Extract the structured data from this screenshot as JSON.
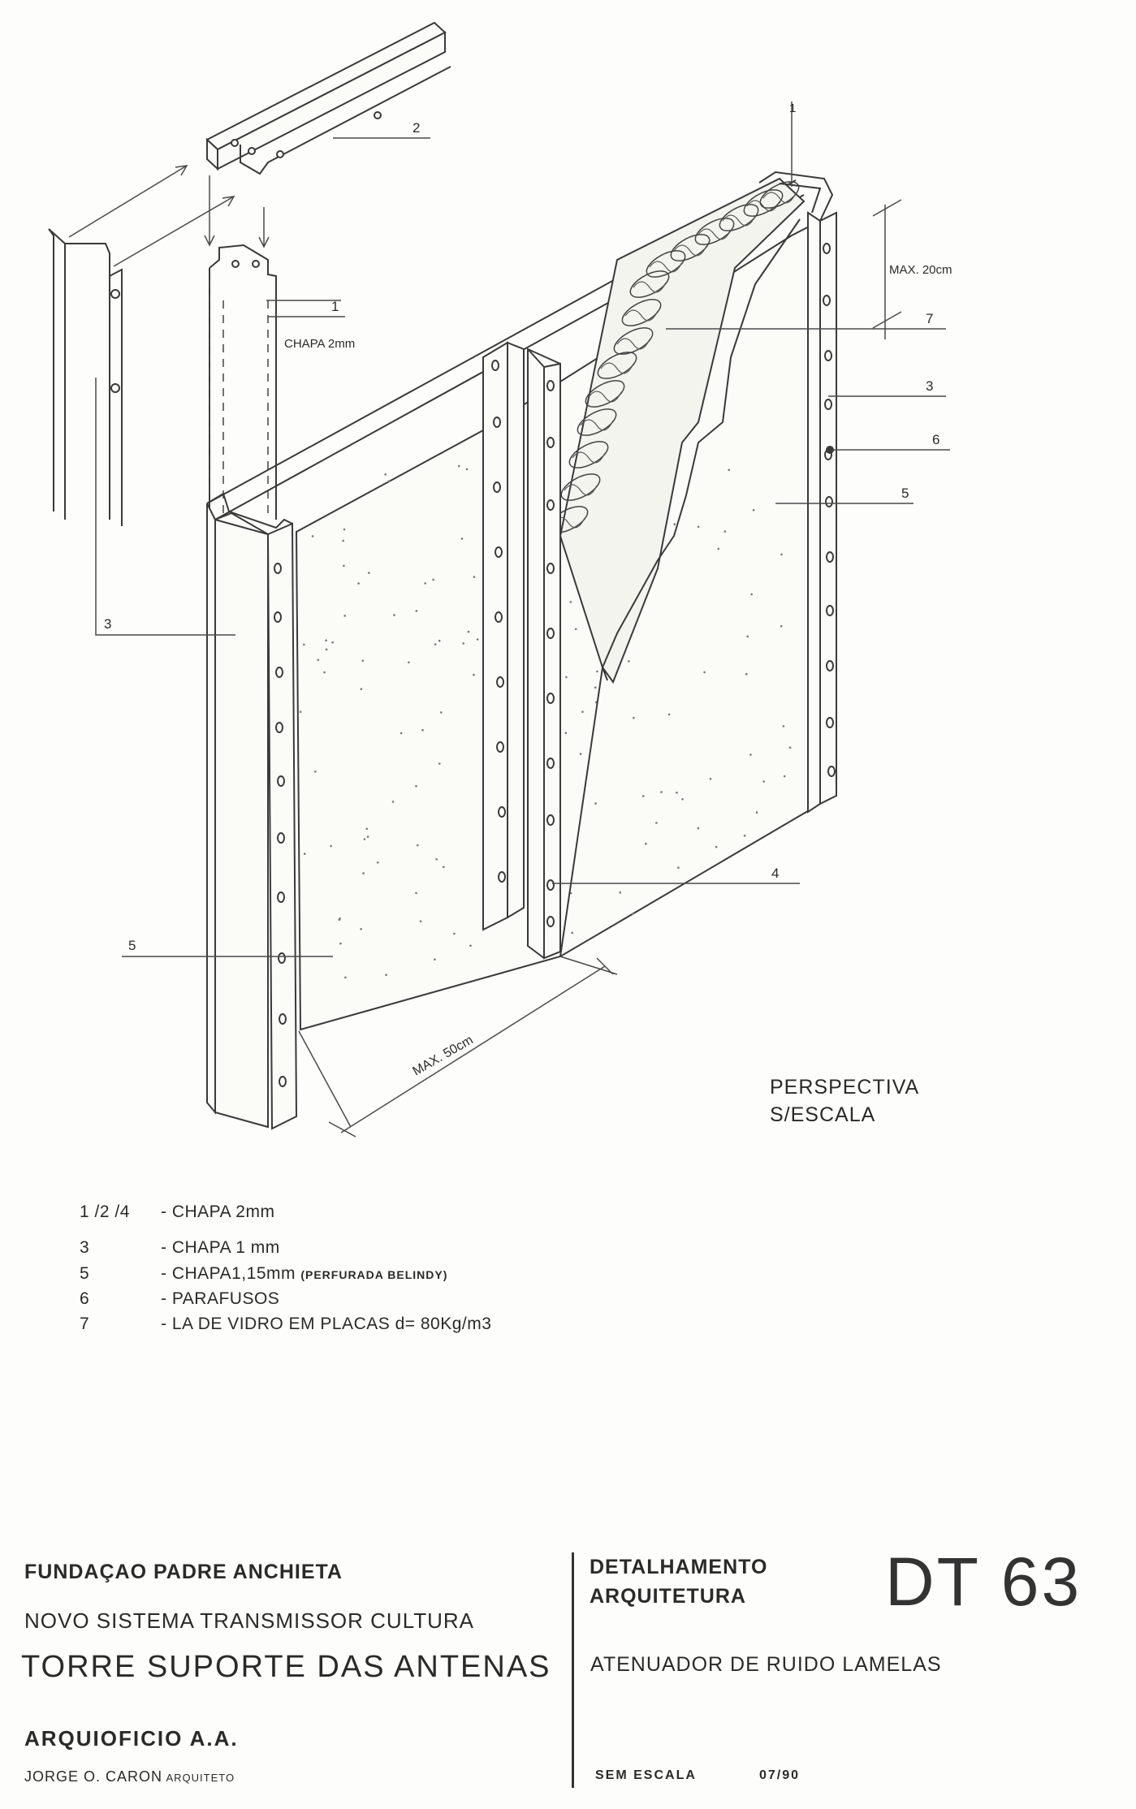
{
  "callouts": {
    "n1": "1",
    "n2": "2",
    "n3": "3",
    "n4": "4",
    "n5": "5",
    "n6": "6",
    "n7": "7",
    "chapa_2mm": "CHAPA 2mm",
    "max_20cm": "MAX. 20cm",
    "max_50cm": "MAX. 50cm"
  },
  "perspective": {
    "line1": "PERSPECTIVA",
    "line2": "S/ESCALA"
  },
  "legend": [
    {
      "key": "1 /2 /4",
      "text": "- CHAPA 2mm",
      "note": ""
    },
    {
      "key": "3",
      "text": "- CHAPA 1 mm",
      "note": ""
    },
    {
      "key": "5",
      "text": "- CHAPA1,15mm",
      "note": "(PERFURADA BELINDY)"
    },
    {
      "key": "6",
      "text": "- PARAFUSOS",
      "note": ""
    },
    {
      "key": "7",
      "text": "- LA DE VIDRO EM PLACAS d= 80Kg/m3",
      "note": ""
    }
  ],
  "title_block": {
    "client": "FUNDAÇAO PADRE ANCHIETA",
    "system": "NOVO SISTEMA TRANSMISSOR CULTURA",
    "tower": "TORRE SUPORTE DAS ANTENAS",
    "office": "ARQUIOFICIO A.A.",
    "architect": "JORGE O. CARON",
    "architect_role": "ARQUITETO",
    "category_line1": "DETALHAMENTO",
    "category_line2": "ARQUITETURA",
    "drawing_code": "DT 63",
    "drawing_title": "ATENUADOR DE RUIDO LAMELAS",
    "scale": "SEM ESCALA",
    "date": "07/90"
  }
}
